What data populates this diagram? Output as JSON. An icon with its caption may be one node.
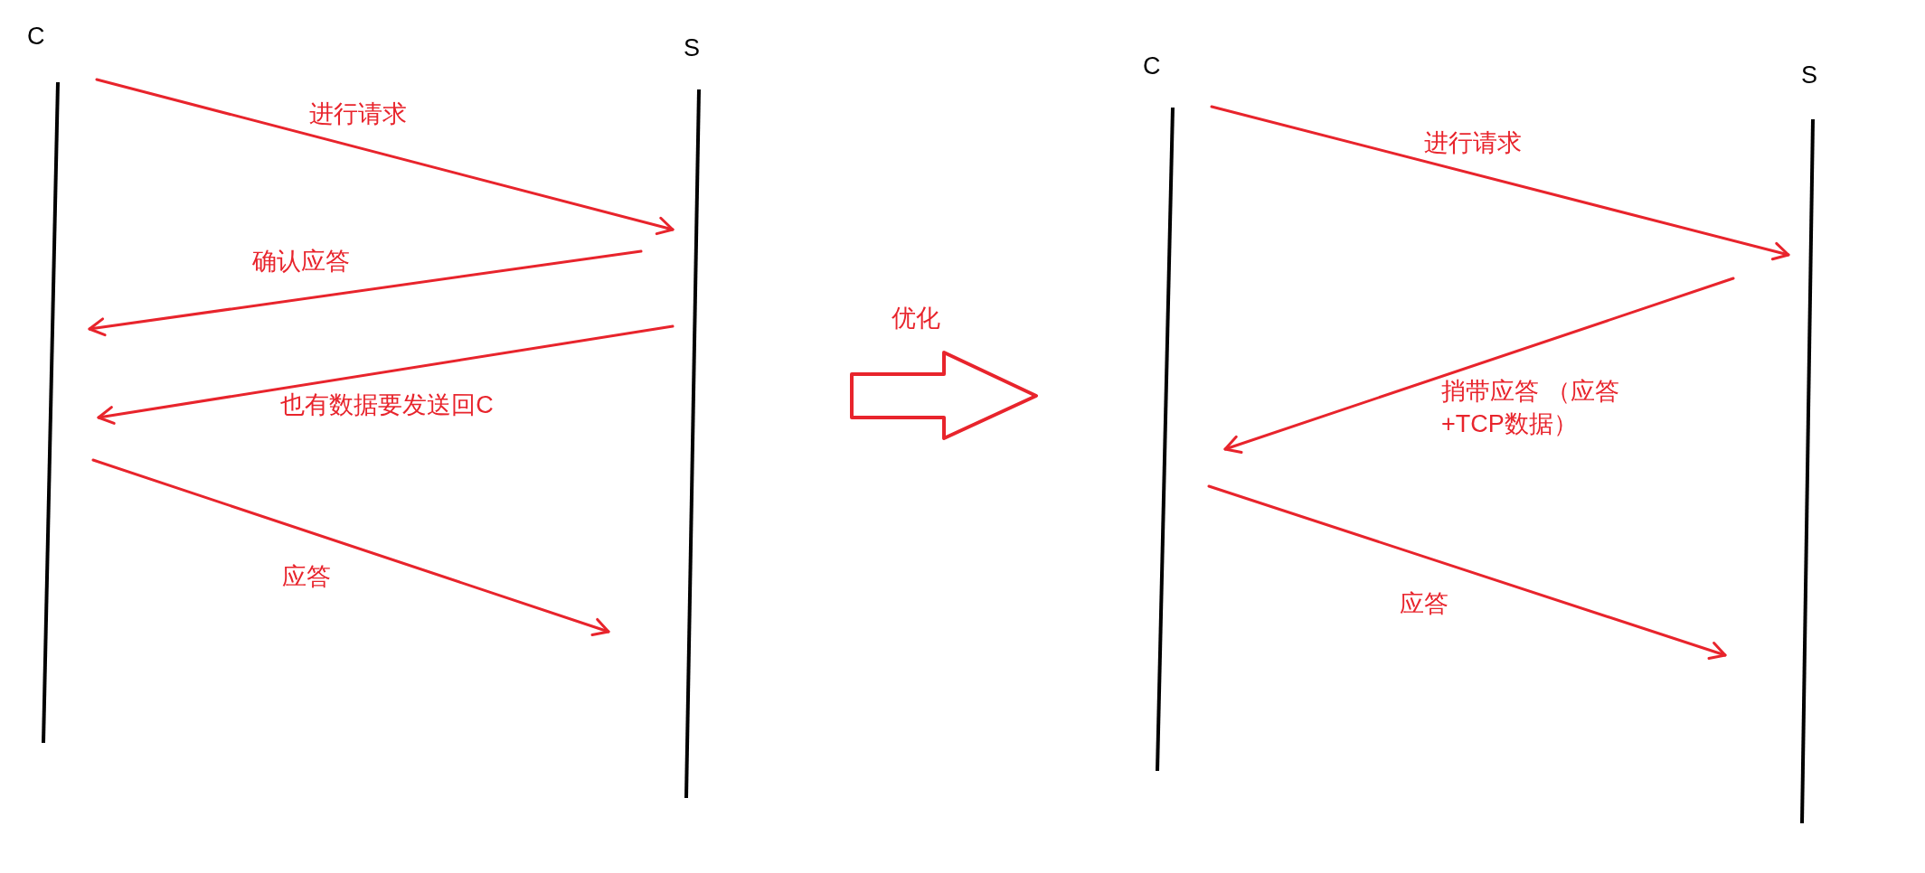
{
  "diagram": {
    "nodes": [
      {
        "text": [
          "C"
        ]
      },
      {
        "text": [
          "S"
        ]
      },
      {
        "text": [
          "C"
        ]
      },
      {
        "text": [
          "S"
        ]
      }
    ],
    "edges": [
      {
        "from": 0,
        "to": 1,
        "arrow": "to",
        "label": "进行请求"
      },
      {
        "from": 1,
        "to": 0,
        "arrow": "to",
        "label": "确认应答"
      },
      {
        "from": 1,
        "to": 0,
        "arrow": "to",
        "label": "也有数据要发送回C"
      },
      {
        "from": 0,
        "to": 1,
        "arrow": "to",
        "label": "应答"
      },
      {
        "from": 2,
        "to": 3,
        "arrow": "to",
        "label": "进行请求"
      },
      {
        "from": 3,
        "to": 2,
        "arrow": "to",
        "label": "捎带应答 （应答+TCP数据）"
      },
      {
        "from": 2,
        "to": 3,
        "arrow": "to",
        "label": "应答"
      }
    ],
    "labels": [
      "优化"
    ]
  }
}
